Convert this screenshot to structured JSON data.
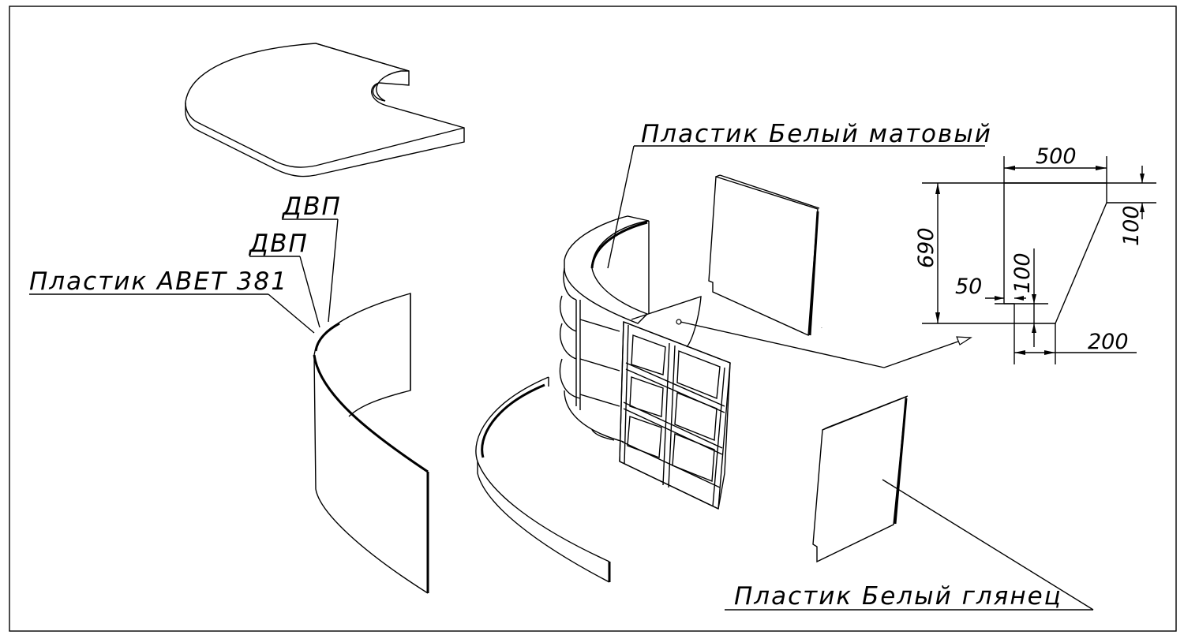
{
  "labels": {
    "dvp_top": "ДВП",
    "dvp_mid": "ДВП",
    "plastic_abet": "Пластик ABET 381",
    "plastic_white_matte": "Пластик Белый матовый",
    "plastic_white_gloss": "Пластик Белый глянец"
  },
  "dimensions": {
    "width_top": "500",
    "height_total": "690",
    "offset_right": "100",
    "offset_50": "50",
    "height_100": "100",
    "width_bottom": "200"
  }
}
